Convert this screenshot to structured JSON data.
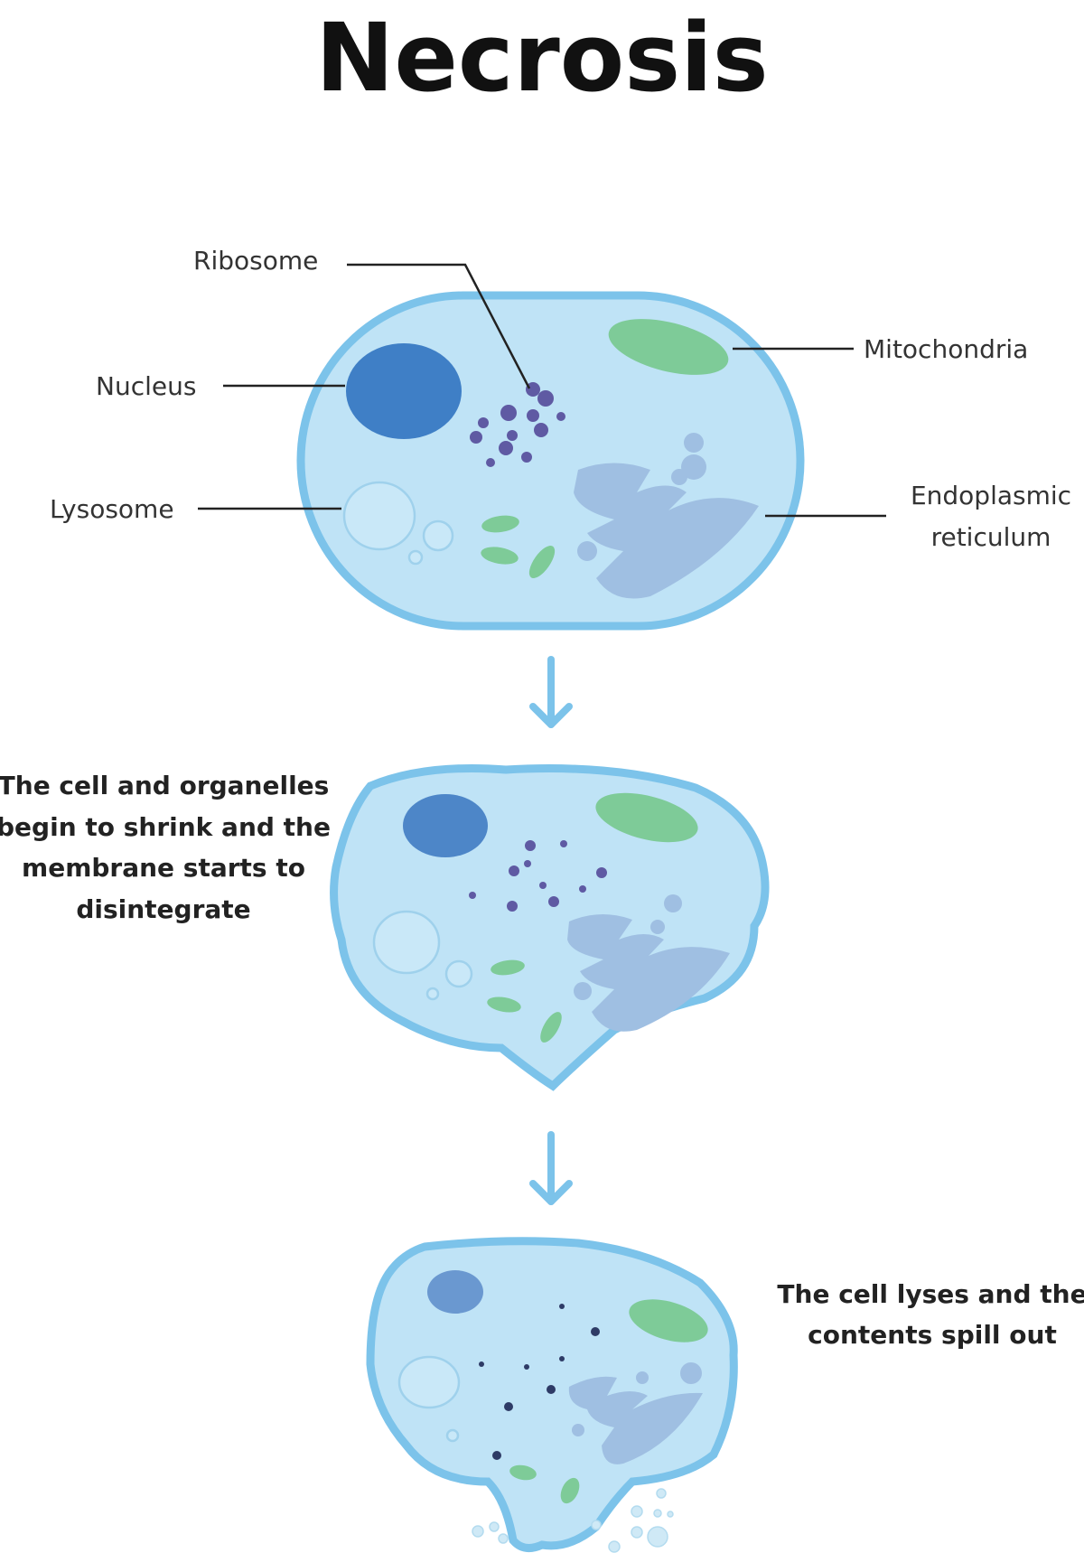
{
  "title": "Necrosis",
  "labels": {
    "ribosome": "Ribosome",
    "nucleus": "Nucleus",
    "lysosome": "Lysosome",
    "mitochondria": "Mitochondria",
    "er_line1": "Endoplasmic",
    "er_line2": "reticulum"
  },
  "stage2_text": [
    "The cell and organelles",
    "begin to shrink and the",
    "membrane starts to",
    "disintegrate"
  ],
  "stage3_text": [
    "The cell lyses and the",
    "contents spill out"
  ],
  "colors": {
    "membrane": "#7cc3ea",
    "cytoplasm": "#bfe3f6",
    "nucleus": "#3f7fc6",
    "mitochondria": "#7ecb98",
    "ribosome": "#5f5aa3",
    "er": "#9fbfe2"
  }
}
